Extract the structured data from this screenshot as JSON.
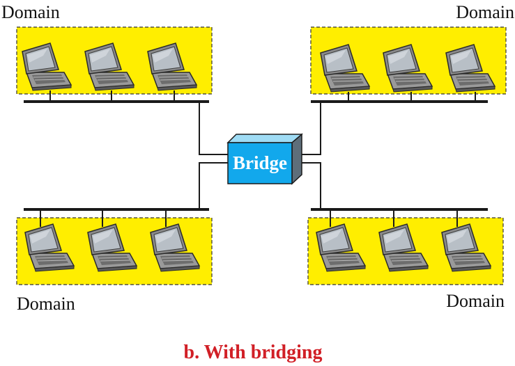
{
  "domains": [
    {
      "label": "Domain",
      "laptops": 3
    },
    {
      "label": "Domain",
      "laptops": 3
    },
    {
      "label": "Domain",
      "laptops": 3
    },
    {
      "label": "Domain",
      "laptops": 3
    }
  ],
  "bridge": {
    "label": "Bridge"
  },
  "caption": "b. With bridging",
  "colors": {
    "domain_fill": "#ffee00",
    "bridge_front": "#12a8ec",
    "bridge_side": "#5e6e7a",
    "caption": "#d11f26",
    "line": "#1a1a1a"
  }
}
